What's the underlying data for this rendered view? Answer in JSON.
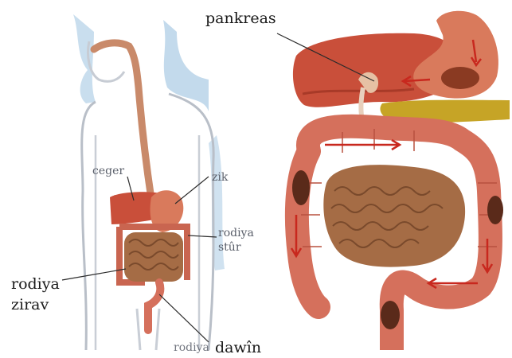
{
  "labels": {
    "pancreas": "pankreas",
    "liver": "ceger",
    "stomach": "zik",
    "small_intestine_line1": "rodiya",
    "small_intestine_line2": "zirav",
    "large_intestine_line1": "rodiya",
    "large_intestine_line2": "stûr",
    "rectum_part1": "rodiya",
    "rectum_part2": "dawîn"
  },
  "colors": {
    "body_outline": "#b9bfc8",
    "body_shadow": "#a9c9df",
    "liver": "#c94f3a",
    "stomach": "#d97a5c",
    "esophagus": "#c98a6a",
    "small_intestine": "#a56c45",
    "large_intestine": "#d5705c",
    "pancreas": "#c6a426",
    "arrows": "#c8281e",
    "dark_spots": "#5a2a1a"
  }
}
